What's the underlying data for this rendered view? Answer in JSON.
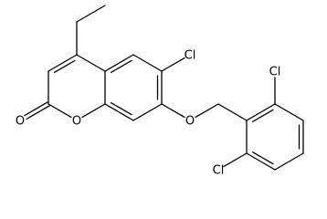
{
  "molecule": {
    "atoms": [
      {
        "id": "c4",
        "label": ""
      },
      {
        "id": "c4a",
        "label": ""
      },
      {
        "id": "c5",
        "label": ""
      },
      {
        "id": "c6",
        "label": ""
      },
      {
        "id": "c7",
        "label": ""
      },
      {
        "id": "c8",
        "label": ""
      },
      {
        "id": "c8a",
        "label": ""
      },
      {
        "id": "o1",
        "label": "O"
      },
      {
        "id": "c2",
        "label": ""
      },
      {
        "id": "c3",
        "label": ""
      },
      {
        "id": "o_carbonyl",
        "label": "O"
      },
      {
        "id": "ethyl_ch2",
        "label": ""
      },
      {
        "id": "ethyl_ch3",
        "label": ""
      },
      {
        "id": "cl6",
        "label": "Cl"
      },
      {
        "id": "o_ether",
        "label": "O"
      },
      {
        "id": "ch2_benzyl",
        "label": ""
      },
      {
        "id": "b1",
        "label": ""
      },
      {
        "id": "b2",
        "label": ""
      },
      {
        "id": "b3",
        "label": ""
      },
      {
        "id": "b4",
        "label": ""
      },
      {
        "id": "b5",
        "label": ""
      },
      {
        "id": "b6",
        "label": ""
      },
      {
        "id": "cl_b2",
        "label": "Cl"
      },
      {
        "id": "cl_b6",
        "label": "Cl"
      }
    ],
    "bonds": [
      {
        "a": "c4",
        "b": "c4a",
        "order": 1
      },
      {
        "a": "c4a",
        "b": "c5",
        "order": 2
      },
      {
        "a": "c5",
        "b": "c6",
        "order": 1
      },
      {
        "a": "c6",
        "b": "c7",
        "order": 2
      },
      {
        "a": "c7",
        "b": "c8",
        "order": 1
      },
      {
        "a": "c8",
        "b": "c8a",
        "order": 2
      },
      {
        "a": "c8a",
        "b": "c4a",
        "order": 1
      },
      {
        "a": "c8a",
        "b": "o1",
        "order": 1
      },
      {
        "a": "o1",
        "b": "c2",
        "order": 1
      },
      {
        "a": "c2",
        "b": "c3",
        "order": 1
      },
      {
        "a": "c3",
        "b": "c4",
        "order": 2
      },
      {
        "a": "c2",
        "b": "o_carbonyl",
        "order": 2
      },
      {
        "a": "c4",
        "b": "ethyl_ch2",
        "order": 1
      },
      {
        "a": "ethyl_ch2",
        "b": "ethyl_ch3",
        "order": 1
      },
      {
        "a": "c6",
        "b": "cl6",
        "order": 1
      },
      {
        "a": "c7",
        "b": "o_ether",
        "order": 1
      },
      {
        "a": "o_ether",
        "b": "ch2_benzyl",
        "order": 1
      },
      {
        "a": "ch2_benzyl",
        "b": "b1",
        "order": 1
      },
      {
        "a": "b1",
        "b": "b2",
        "order": 2
      },
      {
        "a": "b2",
        "b": "b3",
        "order": 1
      },
      {
        "a": "b3",
        "b": "b4",
        "order": 2
      },
      {
        "a": "b4",
        "b": "b5",
        "order": 1
      },
      {
        "a": "b5",
        "b": "b6",
        "order": 2
      },
      {
        "a": "b6",
        "b": "b1",
        "order": 1
      },
      {
        "a": "b2",
        "b": "cl_b2",
        "order": 1
      },
      {
        "a": "b6",
        "b": "cl_b6",
        "order": 1
      }
    ]
  }
}
